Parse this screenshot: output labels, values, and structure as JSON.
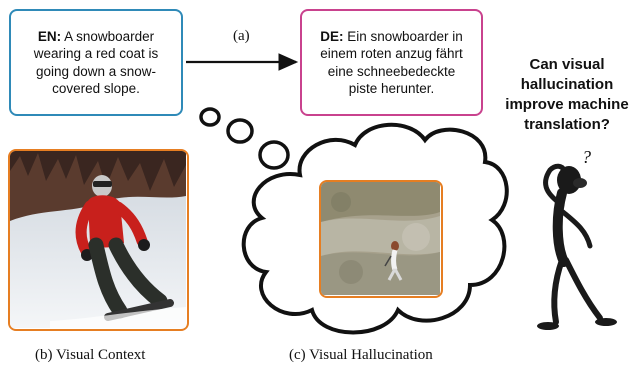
{
  "source_box": {
    "lang": "EN:",
    "text": " A snowboarder wearing a red coat is going down a snow-covered slope."
  },
  "target_box": {
    "lang": "DE:",
    "text": " Ein snowboarder in einem roten anzug fährt eine schneebedeckte piste herunter."
  },
  "arrow_label": "(a)",
  "question": "Can visual hallucination improve machine translation?",
  "thinking_figure": {
    "mark": "?"
  },
  "captions": {
    "visual_context": "(b) Visual Context",
    "visual_hallucination": "(c) Visual Hallucination"
  },
  "colors": {
    "source_border": "#2f8ab8",
    "target_border": "#c9428e",
    "image_border": "#e67e22",
    "coat": "#c8201c"
  }
}
